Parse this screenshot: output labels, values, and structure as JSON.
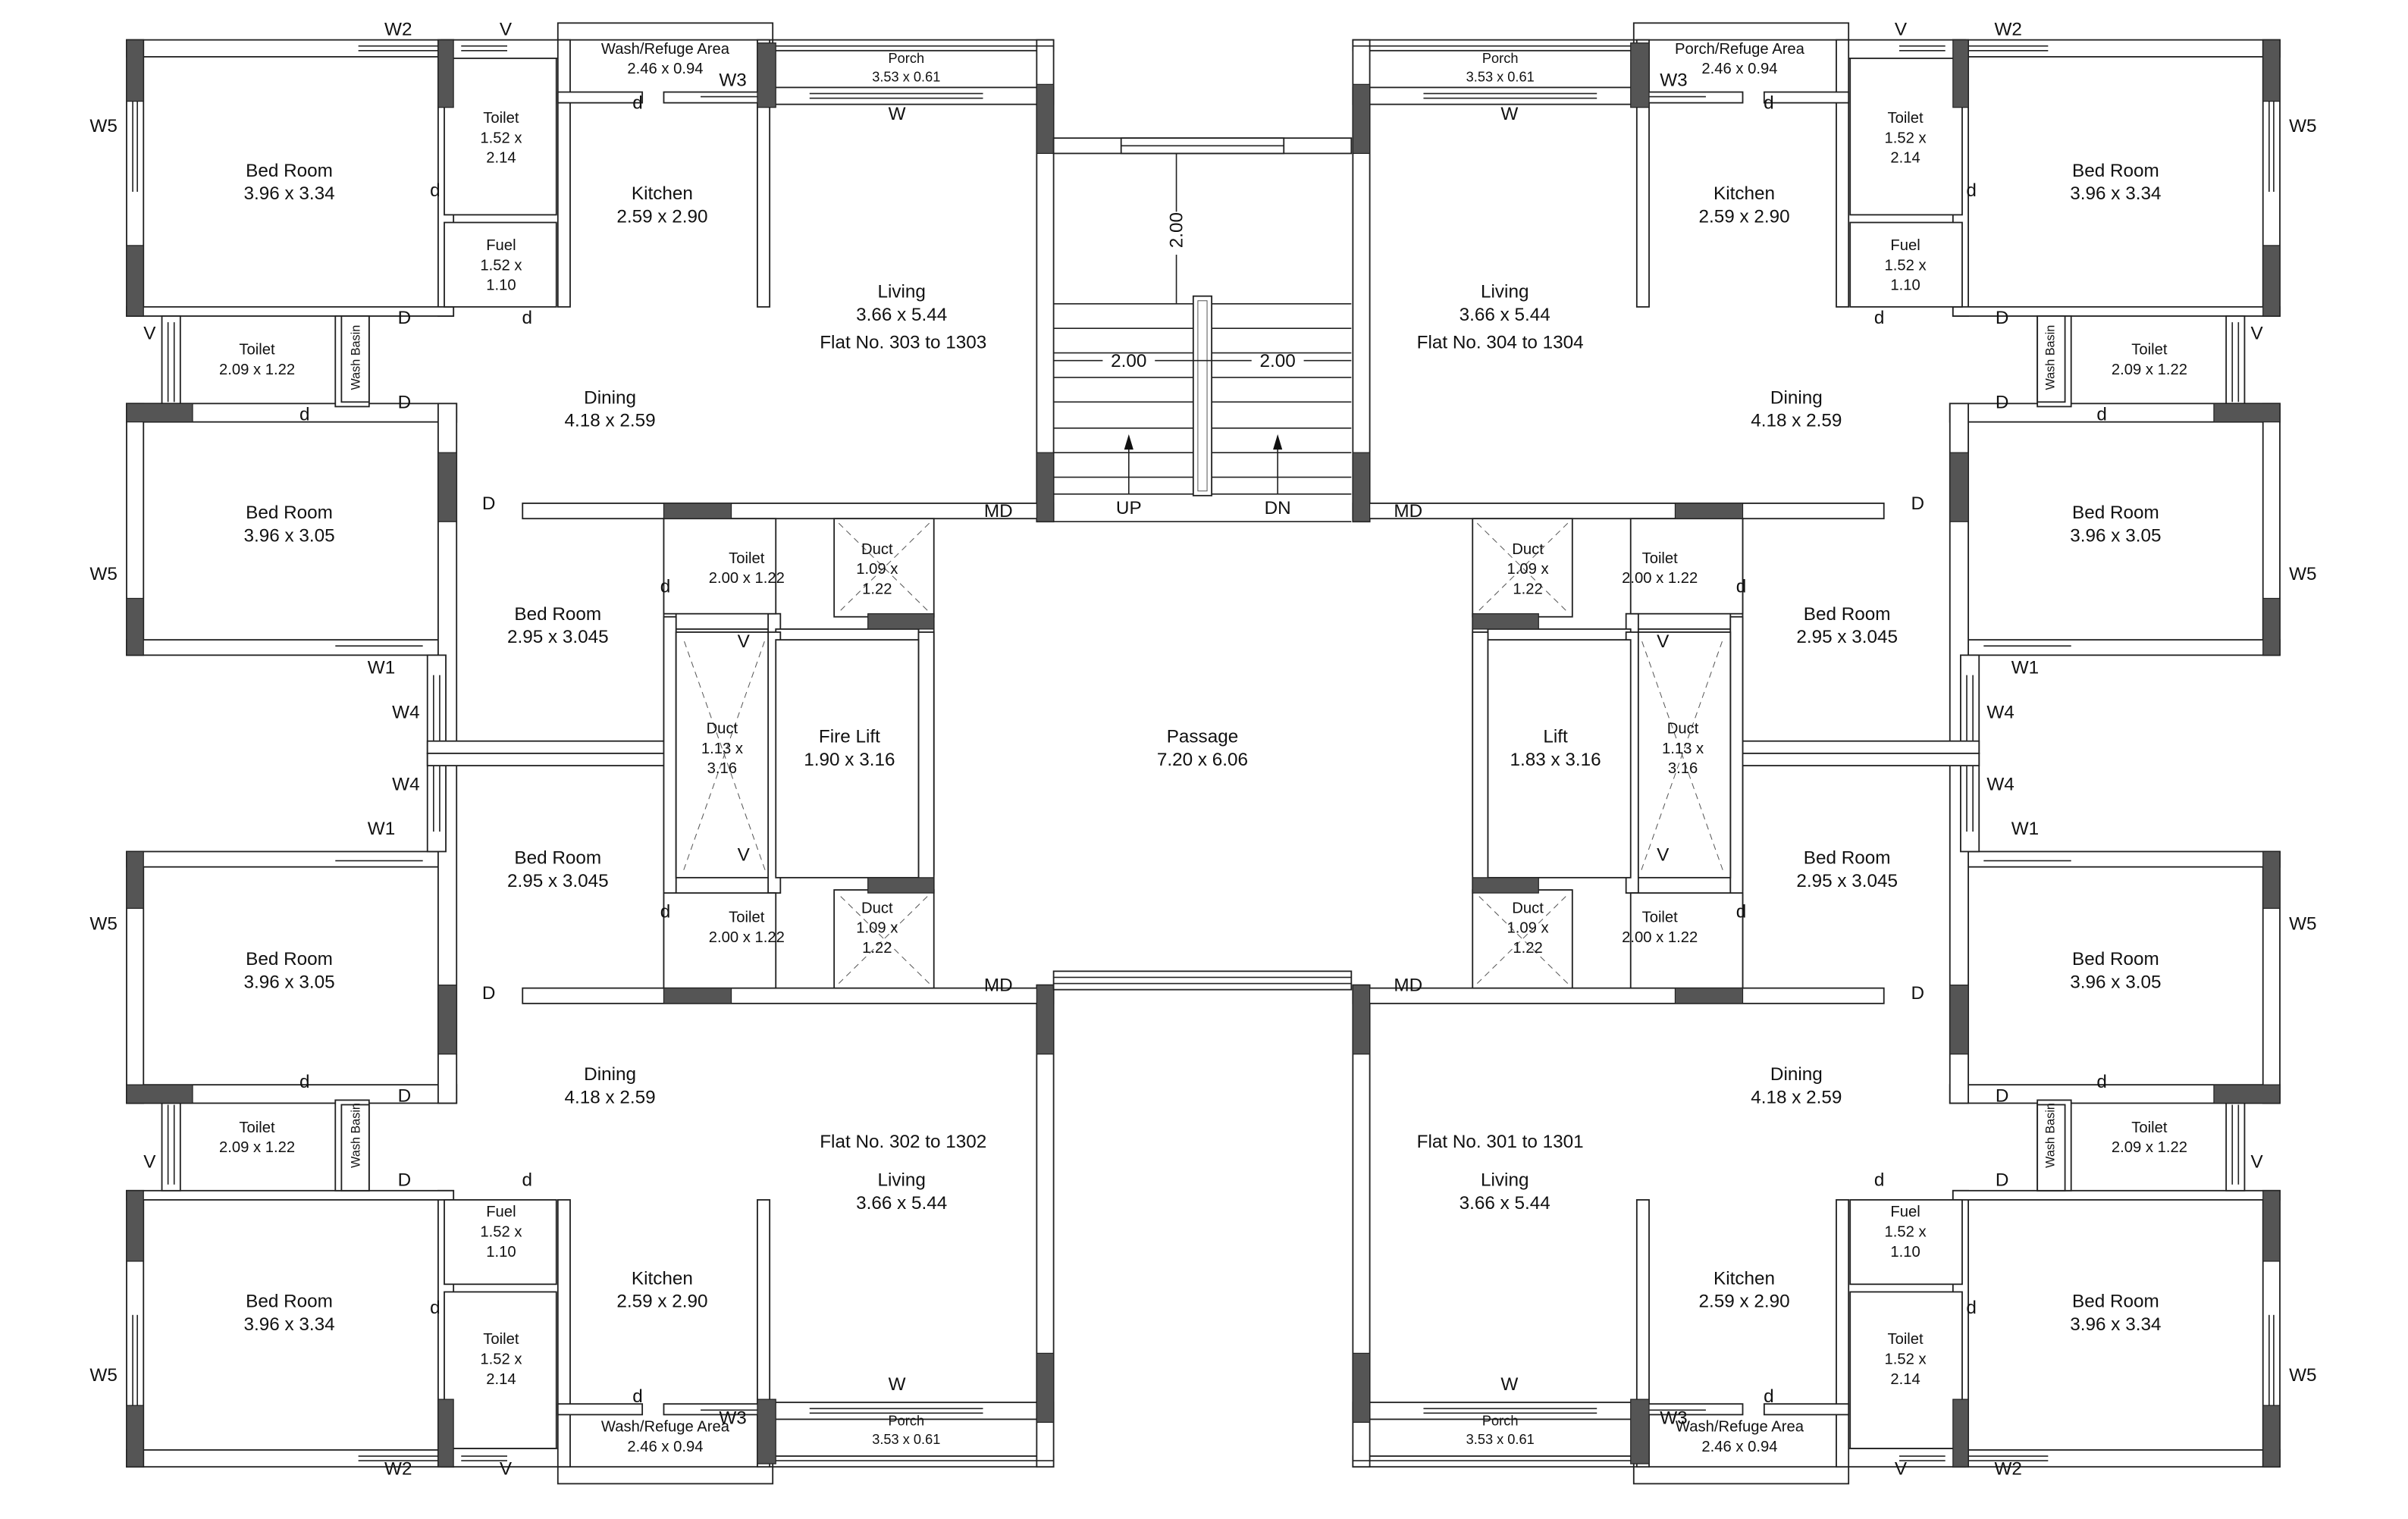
{
  "flats": [
    {
      "flat_no": "Flat No. 303 to 1303"
    },
    {
      "flat_no": "Flat No. 302 to 1302"
    },
    {
      "flat_no": "Flat No. 304 to 1304"
    },
    {
      "flat_no": "Flat No. 301 to 1301"
    }
  ],
  "rooms": [
    {
      "name": "Bed Room",
      "size": "3.96 x 3.34"
    },
    {
      "name": "Toilet",
      "size": "1.52 x",
      "size2": "2.14"
    },
    {
      "name": "Fuel",
      "size": "1.52 x",
      "size2": "1.10"
    },
    {
      "name": "Kitchen",
      "size": "2.59 x 2.90"
    },
    {
      "name": "Wash/Refuge Area",
      "size": "2.46 x 0.94"
    },
    {
      "name": "Porch",
      "size": "3.53 x 0.61"
    },
    {
      "name": "Living",
      "size": "3.66 x 5.44"
    },
    {
      "name": "Toilet",
      "size": "2.09 x 1.22"
    },
    {
      "name": "Dining",
      "size": "4.18 x 2.59"
    },
    {
      "name": "Bed Room",
      "size": "3.96 x 3.05"
    },
    {
      "name": "Bed Room",
      "size": "2.95 x 3.045"
    },
    {
      "name": "Toilet",
      "size": "2.00 x 1.22"
    },
    {
      "name": "Duct",
      "size": "1.09 x",
      "size2": "1.22"
    },
    {
      "name": "Duct",
      "size": "1.13 x",
      "size2": "3.16"
    },
    {
      "name": "Fire Lift",
      "size": "1.90 x 3.16"
    },
    {
      "name": "Passage",
      "size": "7.20 x 6.06"
    },
    {
      "name": "Bed Room",
      "size": "2.95 x 3.045"
    },
    {
      "name": "Toilet",
      "size": "2.00 x 1.22"
    },
    {
      "name": "Duct",
      "size": "1.09 x",
      "size2": "1.22"
    },
    {
      "name": "Bed Room",
      "size": "3.96 x 3.05"
    },
    {
      "name": "Dining",
      "size": "4.18 x 2.59"
    },
    {
      "name": "Toilet",
      "size": "2.09 x 1.22"
    },
    {
      "name": "Living",
      "size": "3.66 x 5.44"
    },
    {
      "name": "Fuel",
      "size": "1.52 x",
      "size2": "1.10"
    },
    {
      "name": "Kitchen",
      "size": "2.59 x 2.90"
    },
    {
      "name": "Bed Room",
      "size": "3.96 x 3.34"
    },
    {
      "name": "Toilet",
      "size": "1.52 x",
      "size2": "2.14"
    },
    {
      "name": "Porch",
      "size": "3.53 x 0.61"
    },
    {
      "name": "Wash/Refuge Area",
      "size": "2.46 x 0.94"
    },
    {
      "name": "Porch",
      "size": "3.53 x 0.61"
    },
    {
      "name": "Porch/Refuge Area",
      "size": "2.46 x 0.94"
    },
    {
      "name": "Toilet",
      "size": "1.52 x",
      "size2": "2.14"
    },
    {
      "name": "Bed Room",
      "size": "3.96 x 3.34"
    },
    {
      "name": "Kitchen",
      "size": "2.59 x 2.90"
    },
    {
      "name": "Fuel",
      "size": "1.52 x",
      "size2": "1.10"
    },
    {
      "name": "Living",
      "size": "3.66 x 5.44"
    },
    {
      "name": "Toilet",
      "size": "2.09 x 1.22"
    },
    {
      "name": "Dining",
      "size": "4.18 x 2.59"
    },
    {
      "name": "Bed Room",
      "size": "3.96 x 3.05"
    },
    {
      "name": "Toilet",
      "size": "2.00 x 1.22"
    },
    {
      "name": "Duct",
      "size": "1.09 x",
      "size2": "1.22"
    },
    {
      "name": "Bed Room",
      "size": "2.95 x 3.045"
    },
    {
      "name": "Lift",
      "size": "1.83 x 3.16"
    },
    {
      "name": "Duct",
      "size": "1.13 x",
      "size2": "3.16"
    },
    {
      "name": "Bed Room",
      "size": "2.95 x 3.045"
    },
    {
      "name": "Duct",
      "size": "1.09 x",
      "size2": "1.22"
    },
    {
      "name": "Toilet",
      "size": "2.00 x 1.22"
    },
    {
      "name": "Bed Room",
      "size": "3.96 x 3.05"
    },
    {
      "name": "Dining",
      "size": "4.18 x 2.59"
    },
    {
      "name": "Toilet",
      "size": "2.09 x 1.22"
    },
    {
      "name": "Living",
      "size": "3.66 x 5.44"
    },
    {
      "name": "Fuel",
      "size": "1.52 x",
      "size2": "1.10"
    },
    {
      "name": "Kitchen",
      "size": "2.59 x 2.90"
    },
    {
      "name": "Bed Room",
      "size": "3.96 x 3.34"
    },
    {
      "name": "Toilet",
      "size": "1.52 x",
      "size2": "2.14"
    },
    {
      "name": "Porch",
      "size": "3.53 x 0.61"
    },
    {
      "name": "Wash/Refuge Area",
      "size": "2.46 x 0.94"
    }
  ],
  "wash_basin_label": "Wash Basin",
  "markers": [
    "W2",
    "V",
    "W5",
    "d",
    "d",
    "W3",
    "W",
    "V",
    "D",
    "d",
    "D",
    "d",
    "D",
    "MD",
    "W5",
    "d",
    "V",
    "W1",
    "W4",
    "W4",
    "V",
    "W1",
    "W5",
    "d",
    "D",
    "MD",
    "d",
    "D",
    "V",
    "D",
    "d",
    "d",
    "W5",
    "d",
    "W3",
    "W",
    "W2",
    "V"
  ],
  "stair": {
    "landing_dim": "2.00",
    "flight_left_dim": "2.00",
    "flight_right_dim": "2.00",
    "up_label": "UP",
    "down_label": "DN"
  }
}
